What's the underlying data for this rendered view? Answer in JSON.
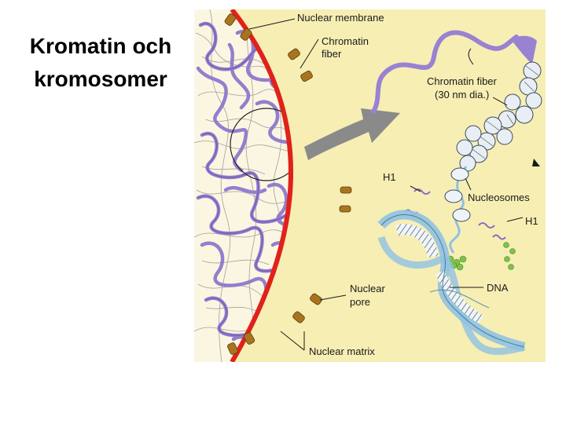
{
  "slide": {
    "title_line1": "Kromatin och",
    "title_line2": "kromosomer"
  },
  "figure": {
    "labels": {
      "nuclear_membrane": "Nuclear membrane",
      "chromatin_fiber_1": "Chromatin",
      "chromatin_fiber_2": "fiber",
      "chromatin_fiber_30_1": "Chromatin fiber",
      "chromatin_fiber_30_2": "(30 nm dia.)",
      "h1_left": "H1",
      "nucleosomes": "Nucleosomes",
      "h1_right": "H1",
      "nuclear_pore_1": "Nuclear",
      "nuclear_pore_2": "pore",
      "dna": "DNA",
      "nuclear_matrix": "Nuclear matrix"
    },
    "colors": {
      "background": "#f7eeb4",
      "membrane": "#e0221a",
      "nucleoplasm": "#fbf6e2",
      "chromatin": "#9a82d2",
      "chromatin_dark": "#6f58b0",
      "pore": "#a8741e",
      "dna_blue": "#8fc2e2",
      "histone_green": "#7ec24a",
      "arrow_gray": "#8a8a8a"
    }
  }
}
